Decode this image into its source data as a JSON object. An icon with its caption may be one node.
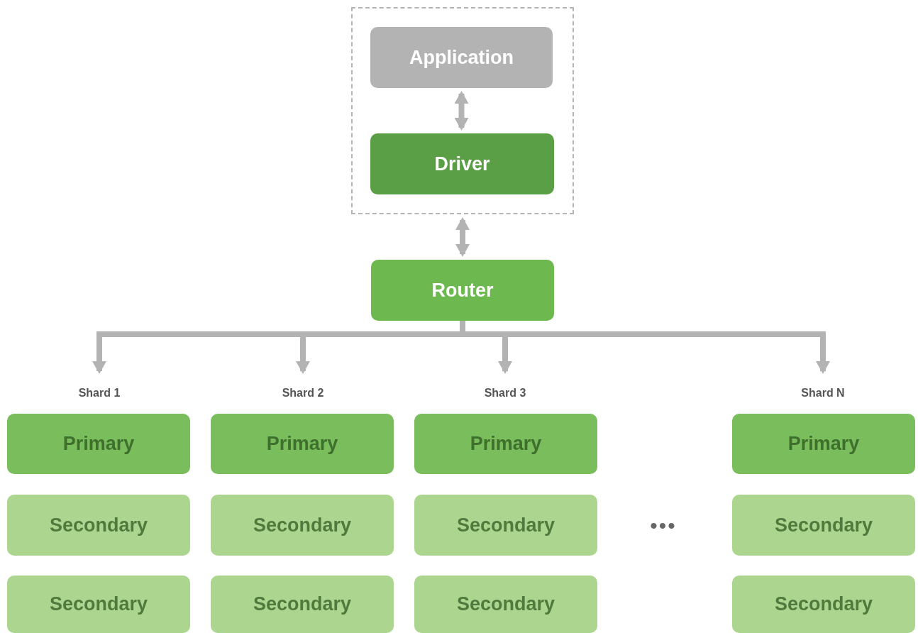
{
  "diagram": {
    "nodes": [
      {
        "text": [],
        "shape": "box"
      },
      {
        "text": [
          "Application"
        ],
        "in": 0
      },
      {
        "text": [
          "Driver"
        ],
        "in": 0
      },
      {
        "text": [
          "Router"
        ]
      },
      {
        "text": [
          "Shard 1"
        ]
      },
      {
        "text": [
          "Shard 2"
        ]
      },
      {
        "text": [
          "Shard 3"
        ]
      },
      {
        "text": [
          "Shard N"
        ]
      },
      {
        "text": [
          "Primary"
        ]
      },
      {
        "text": [
          "Primary"
        ]
      },
      {
        "text": [
          "Primary"
        ]
      },
      {
        "text": [
          "Primary"
        ]
      },
      {
        "text": [
          "Secondary"
        ]
      },
      {
        "text": [
          "Secondary"
        ]
      },
      {
        "text": [
          "Secondary"
        ]
      },
      {
        "text": [
          "Secondary"
        ]
      },
      {
        "text": [
          "Secondary"
        ]
      },
      {
        "text": [
          "Secondary"
        ]
      },
      {
        "text": [
          "Secondary"
        ]
      },
      {
        "text": [
          "Secondary"
        ]
      }
    ],
    "edges": [
      {
        "from": 1,
        "to": 2,
        "arrow": "both"
      },
      {
        "from": 0,
        "to": 3,
        "arrow": "both"
      },
      {
        "from": 3,
        "to": 4,
        "arrow": "to"
      },
      {
        "from": 3,
        "to": 5,
        "arrow": "to"
      },
      {
        "from": 3,
        "to": 6,
        "arrow": "to"
      },
      {
        "from": 3,
        "to": 7,
        "arrow": "to"
      }
    ],
    "labels": [
      "•••"
    ]
  }
}
